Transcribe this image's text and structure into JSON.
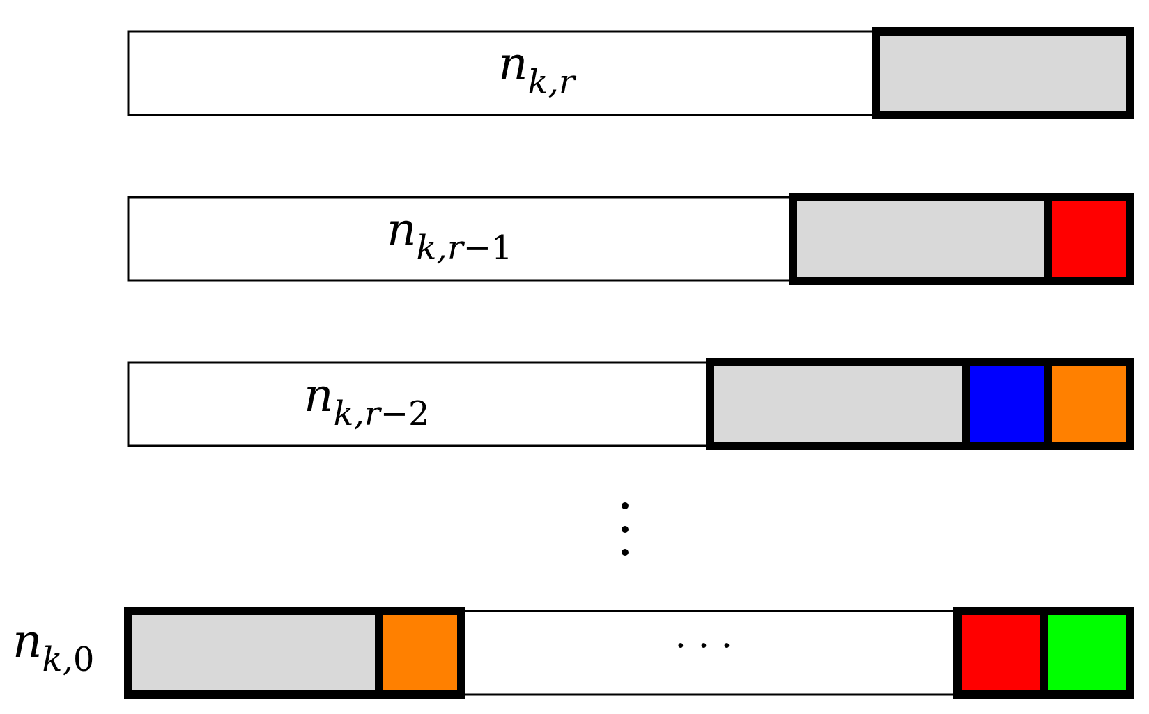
{
  "colors": {
    "outline": "#000000",
    "empty": "#ffffff",
    "gray": "#d9d9d9",
    "red": "#ff0000",
    "blue": "#0000ff",
    "orange": "#ff8000",
    "green": "#00ff00"
  },
  "rows": [
    {
      "label": {
        "base": "n",
        "sub_italic": "k,r",
        "sub_tail": ""
      },
      "right_blocks": [
        "gray"
      ]
    },
    {
      "label": {
        "base": "n",
        "sub_italic": "k,r",
        "sub_tail": "−1"
      },
      "right_blocks": [
        "gray",
        "red"
      ]
    },
    {
      "label": {
        "base": "n",
        "sub_italic": "k,r",
        "sub_tail": "−2"
      },
      "right_blocks": [
        "gray",
        "blue",
        "orange"
      ]
    }
  ],
  "vertical_ellipsis": "⋮",
  "last_row": {
    "label": {
      "base": "n",
      "sub_italic": "k,",
      "sub_tail": "0"
    },
    "left_blocks": [
      "gray",
      "orange"
    ],
    "middle_text": "· · ·",
    "right_blocks": [
      "red",
      "green"
    ]
  }
}
